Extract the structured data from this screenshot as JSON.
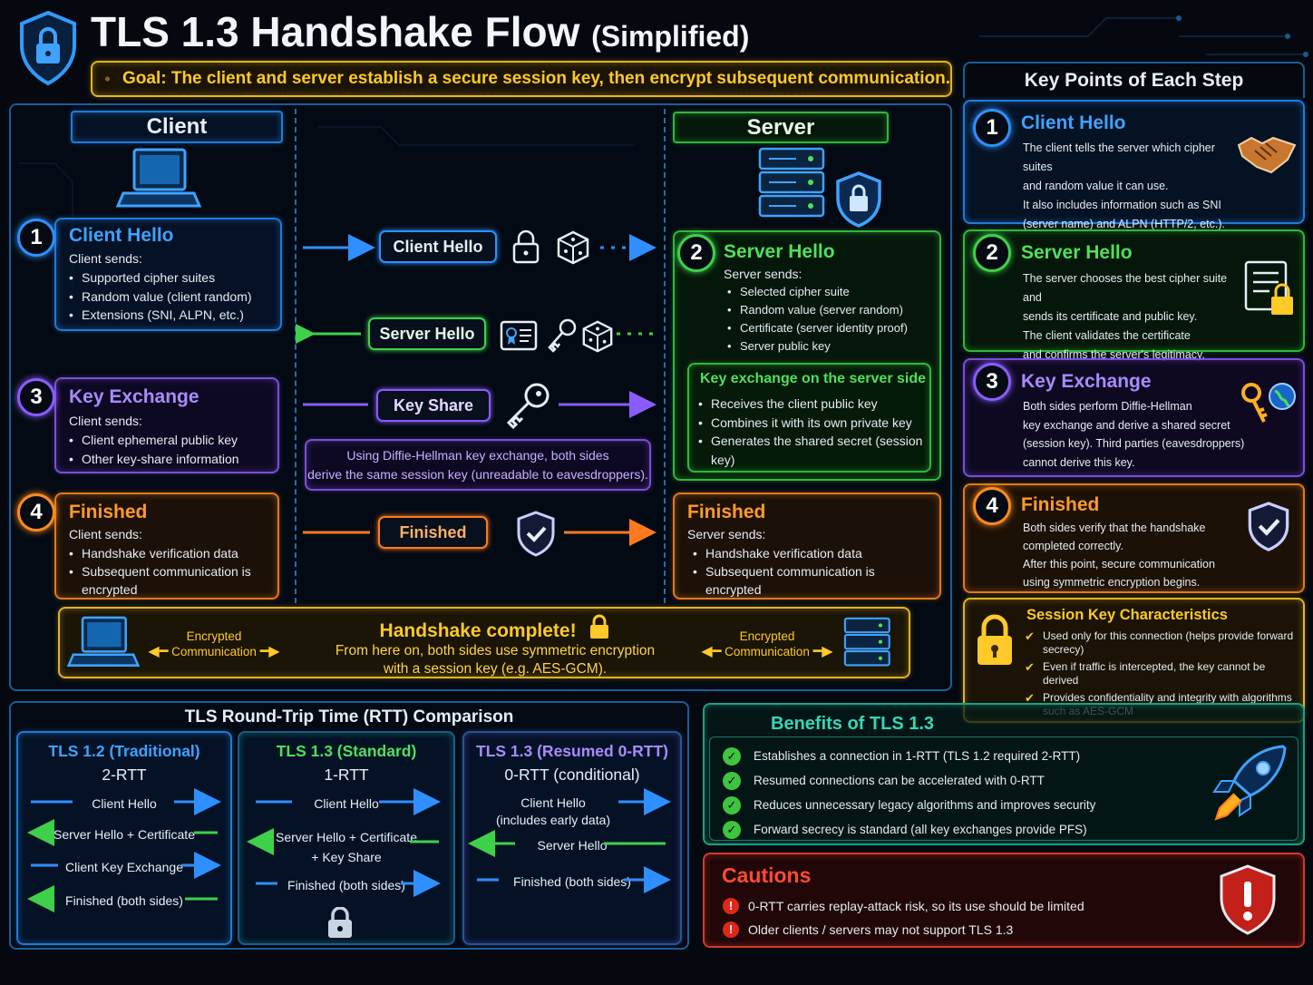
{
  "header": {
    "title": "TLS 1.3 Handshake Flow",
    "subtitle": "(Simplified)",
    "goal_label": "Goal:",
    "goal_text": "The client and server establish a secure session key, then encrypt subsequent communication."
  },
  "client": {
    "title": "Client",
    "step1": {
      "num": "1",
      "title": "Client Hello",
      "intro": "Client sends:",
      "items": [
        "Supported cipher suites",
        "Random value (client random)",
        "Extensions (SNI, ALPN, etc.)"
      ]
    },
    "step3": {
      "num": "3",
      "title": "Key Exchange",
      "intro": "Client sends:",
      "items": [
        "Client ephemeral public key",
        "Other key-share information"
      ]
    },
    "step4": {
      "num": "4",
      "title": "Finished",
      "intro": "Client sends:",
      "items": [
        "Handshake verification data",
        "Subsequent communication is encrypted"
      ]
    }
  },
  "server": {
    "title": "Server",
    "step2": {
      "num": "2",
      "title": "Server Hello",
      "intro": "Server sends:",
      "items": [
        "Selected cipher suite",
        "Random value (server random)",
        "Certificate (server identity proof)",
        "Server public key"
      ]
    },
    "kex": {
      "title": "Key exchange on the server side",
      "items": [
        "Receives the client public key",
        "Combines it with its own private key",
        "Generates the shared secret (session key)"
      ]
    },
    "step4": {
      "title": "Finished",
      "intro": "Server sends:",
      "items": [
        "Handshake verification data",
        "Subsequent communication is encrypted"
      ]
    }
  },
  "messages": {
    "client_hello": "Client Hello",
    "server_hello": "Server Hello",
    "key_share": "Key Share",
    "finished": "Finished",
    "dh_note_1": "Using Diffie-Hellman key exchange, both sides",
    "dh_note_2": "derive the same session key (unreadable to eavesdroppers)."
  },
  "complete": {
    "title": "Handshake complete!",
    "line1": "From here on, both sides use symmetric encryption",
    "line2": "with a session key (e.g. AES-GCM).",
    "enc_label_1": "Encrypted",
    "enc_label_2": "Communication"
  },
  "key_points": {
    "title": "Key Points of Each Step",
    "items": [
      {
        "num": "1",
        "title": "Client Hello",
        "lines": [
          "The client tells the server which cipher suites",
          "and random value it can use.",
          "It also includes information such as SNI",
          "(server name) and ALPN (HTTP/2, etc.)."
        ]
      },
      {
        "num": "2",
        "title": "Server Hello",
        "lines": [
          "The server chooses the best cipher suite and",
          "sends its certificate and public key.",
          "The client validates the certificate",
          "and confirms the server's legitimacy."
        ]
      },
      {
        "num": "3",
        "title": "Key Exchange",
        "lines": [
          "Both sides perform Diffie-Hellman",
          "key exchange and derive a shared secret",
          "(session key). Third parties (eavesdroppers)",
          "cannot derive this key."
        ]
      },
      {
        "num": "4",
        "title": "Finished",
        "lines": [
          "Both sides verify that the handshake",
          "completed correctly.",
          "After this point, secure communication",
          "using symmetric encryption begins."
        ]
      }
    ]
  },
  "session_key": {
    "title": "Session Key Characteristics",
    "items": [
      "Used only for this connection (helps provide forward secrecy)",
      "Even if traffic is intercepted, the key cannot be derived",
      "Provides confidentiality and integrity with algorithms such as AES-GCM"
    ]
  },
  "rtt": {
    "title": "TLS Round-Trip Time (RTT) Comparison",
    "cols": [
      {
        "title": "TLS 1.2 (Traditional)",
        "rtt": "2-RTT",
        "rows": [
          {
            "label": "Client Hello",
            "dir": "right"
          },
          {
            "label": "Server Hello + Certificate",
            "dir": "left"
          },
          {
            "label": "Client Key Exchange",
            "dir": "right"
          },
          {
            "label": "Finished (both sides)",
            "dir": "left"
          }
        ]
      },
      {
        "title": "TLS 1.3 (Standard)",
        "rtt": "1-RTT",
        "rows": [
          {
            "label": "Client Hello",
            "dir": "right"
          },
          {
            "label": "Server Hello + Certificate",
            "label2": "+ Key Share",
            "dir": "left"
          },
          {
            "label": "Finished (both sides)",
            "dir": "right"
          }
        ]
      },
      {
        "title": "TLS 1.3 (Resumed 0-RTT)",
        "rtt": "0-RTT (conditional)",
        "rows": [
          {
            "label": "Client Hello",
            "label2": "(includes early data)",
            "dir": "right"
          },
          {
            "label": "Server Hello",
            "dir": "left"
          },
          {
            "label": "Finished (both sides)",
            "dir": "right"
          }
        ]
      }
    ]
  },
  "benefits": {
    "title": "Benefits of TLS 1.3",
    "items": [
      "Establishes a connection in 1-RTT (TLS 1.2 required 2-RTT)",
      "Resumed connections can be accelerated with 0-RTT",
      "Reduces unnecessary legacy algorithms and improves security",
      "Forward secrecy is standard (all key exchanges provide PFS)"
    ]
  },
  "cautions": {
    "title": "Cautions",
    "items": [
      "0-RTT carries replay-attack risk, so its use should be limited",
      "Older clients / servers may not support TLS 1.3"
    ]
  },
  "colors": {
    "blue": "#3fa2ff",
    "green": "#4fe05a",
    "purple": "#a98bff",
    "orange": "#ff9a2e",
    "yellow": "#ffc928",
    "red": "#ff4a36"
  }
}
